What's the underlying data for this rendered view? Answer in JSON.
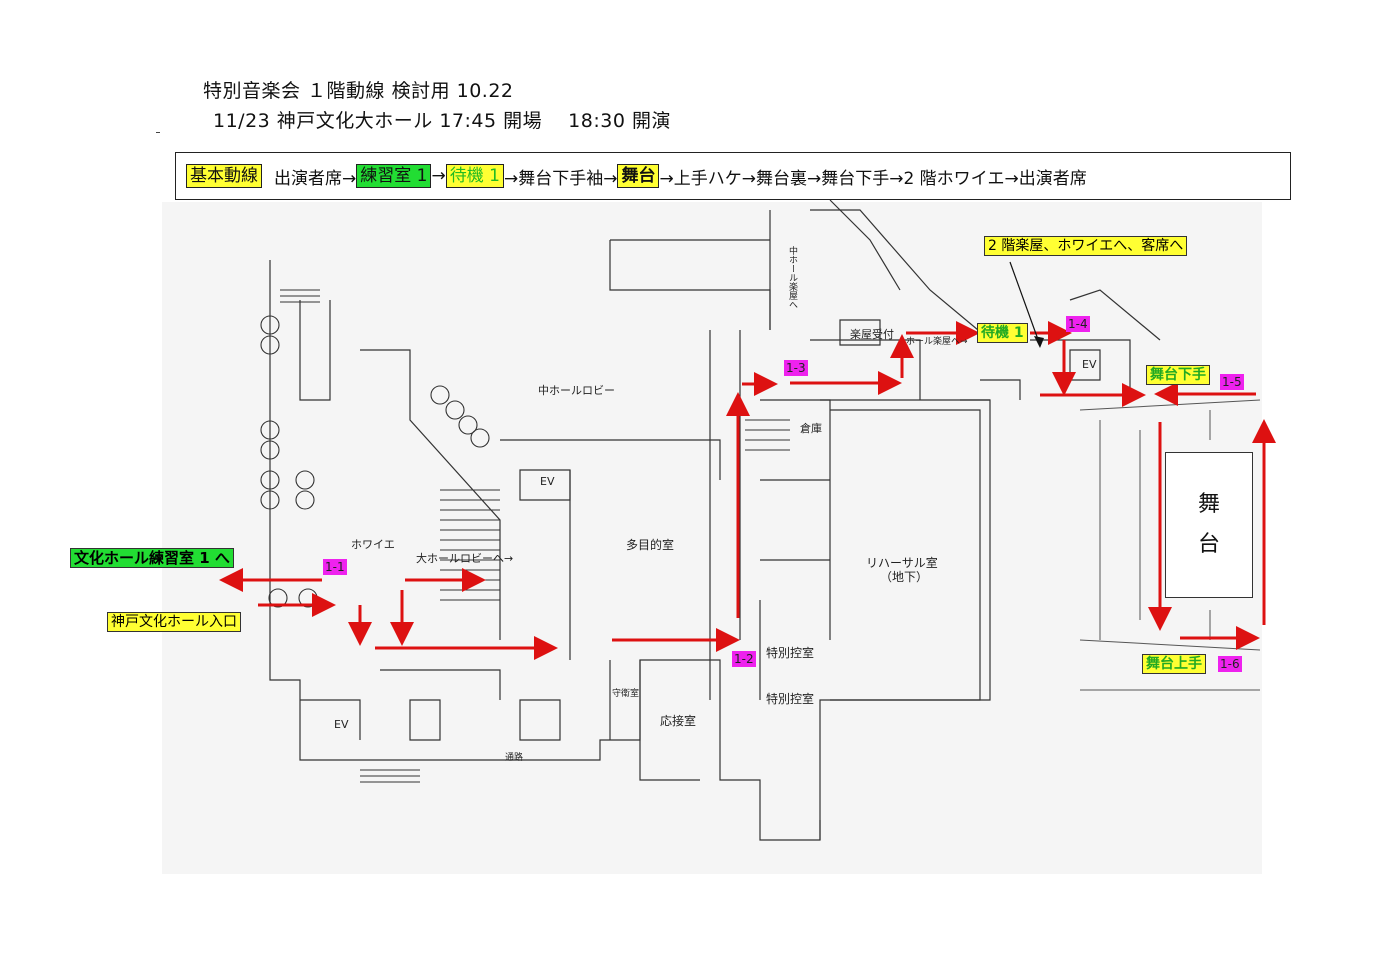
{
  "title": {
    "line1": "特別音楽会 １階動線 検討用 10.22",
    "line2": "11/23 神戸文化大ホール 17:45 開場　 18:30 開演"
  },
  "route": {
    "label": "基本動線",
    "seg1": "出演者席→",
    "room1": "練習室 1",
    "arrow1": "→",
    "wait1": "待機 1",
    "seg2": "→舞台下手袖→",
    "stage": "舞台",
    "seg3": "→上手ハケ→舞台裏→舞台下手→2 階ホワイエ→出演者席"
  },
  "labels": {
    "practice_room": "文化ホール練習室 1 へ",
    "entrance": "神戸文化ホール入口",
    "second_floor": "2 階楽屋、ホワイエへ、客席へ",
    "wait": "待機 1",
    "stage_left": "舞台下手",
    "stage_right": "舞台上手"
  },
  "tags": {
    "t11": "1-1",
    "t12": "1-2",
    "t13": "1-3",
    "t14": "1-4",
    "t15": "1-5",
    "t16": "1-6"
  },
  "rooms": {
    "multipurpose": "多目的室",
    "rehearsal": "リハーサル室",
    "rehearsal_sub": "（地下）",
    "tokubetsu1": "特別控室",
    "tokubetsu2": "特別控室",
    "reception": "応接室",
    "foyer": "ホワイエ",
    "mid_lobby": "中ホールロビー",
    "main_lobby": "大ホールロビーへ→",
    "gakuya_uketsuke": "楽屋受付",
    "chu_hall": "中ホール楽屋へ",
    "hall_gakuya": "ホール楽屋へ→",
    "ev1": "EV",
    "ev2": "EV",
    "ev3": "EV",
    "storage": "倉庫",
    "guard": "守衛室",
    "passage": "通路"
  },
  "stage_text": {
    "line1": "舞",
    "line2": "台"
  },
  "colors": {
    "arrow": "#dd1111",
    "highlight_yellow": "#ffff33",
    "highlight_green": "#22dd33",
    "tag_magenta": "#ee22ee"
  }
}
